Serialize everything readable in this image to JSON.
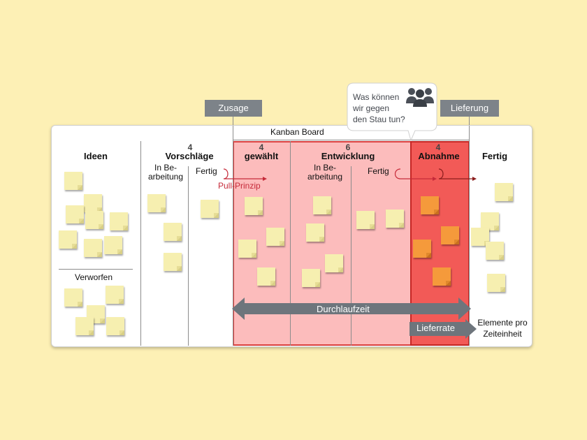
{
  "markers": {
    "commitment": "Zusage",
    "delivery": "Lieferung"
  },
  "bubble": {
    "line1": "Was können",
    "line2": "wir gegen",
    "line3": "den Stau tun?"
  },
  "board_title": "Kanban Board",
  "columns": {
    "ideas": {
      "title": "Ideen",
      "discarded": "Verworfen"
    },
    "proposals": {
      "wip": "4",
      "title": "Vorschläge",
      "in_progress_1": "In Be-",
      "in_progress_2": "arbeitung",
      "done": "Fertig"
    },
    "selected": {
      "wip": "4",
      "title": "gewählt"
    },
    "development": {
      "wip": "6",
      "title": "Entwicklung",
      "in_progress_1": "In Be-",
      "in_progress_2": "arbeitung",
      "done": "Fertig"
    },
    "acceptance": {
      "wip": "4",
      "title": "Abnahme"
    },
    "finished": {
      "title": "Fertig"
    }
  },
  "pull_principle": "Pull-Prinzip",
  "lead_time": "Durchlaufzeit",
  "delivery_rate": "Lieferrate",
  "rate_unit": {
    "line1": "Elemente pro",
    "line2": "Zeiteinheit"
  },
  "colors": {
    "background": "#fdf0b5",
    "sticky_note": "#f6efb0",
    "blocked_note": "#f59a3b",
    "committed_zone": "#fcbcbc",
    "bottleneck_zone": "#f25a57",
    "marker_gray": "#7d8389"
  },
  "icons": {
    "bubble_icon": "people-group-icon"
  }
}
